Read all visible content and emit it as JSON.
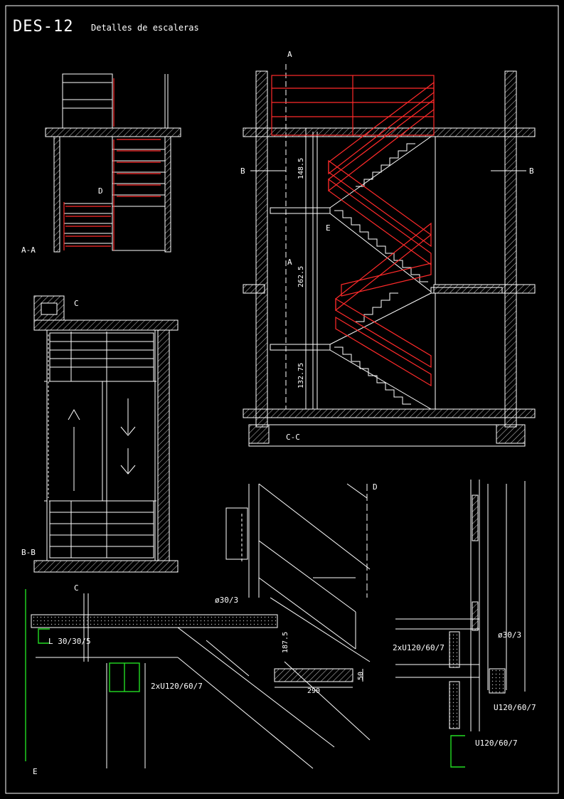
{
  "title": "DES-12",
  "subtitle": "Detalles de escaleras",
  "sections": {
    "aa_label": "A-A",
    "bb_label": "B-B",
    "cc_label": "C-C",
    "cut_a": "A",
    "cut_b": "B",
    "cut_c": "C",
    "cut_d": "D",
    "cut_e": "E"
  },
  "dimensions": {
    "d1": "148.5",
    "d2": "262.5",
    "d3": "132.75",
    "d4": "187.5",
    "d5": "290",
    "d6": "50"
  },
  "annotations": {
    "l_angle": "L 30/30/5",
    "bar_d30": "ø30/3",
    "bar_d30_b": "ø30/3",
    "channel_double": "2xU120/60/7",
    "channel_double_b": "2xU120/60/7",
    "channel_single": "U120/60/7",
    "channel_single_b": "U120/60/7"
  },
  "colors": {
    "background": "#000000",
    "line": "#ffffff",
    "railing": "#ff2a2a",
    "steel": "#22dd22"
  }
}
